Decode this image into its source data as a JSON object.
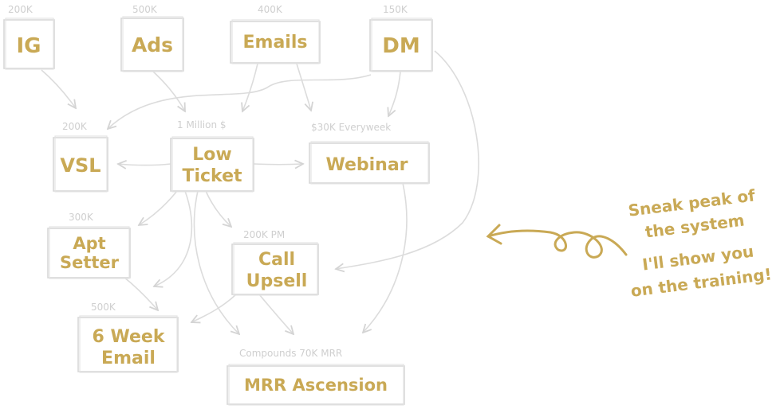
{
  "nodes": {
    "ig": {
      "label": "IG",
      "caption": "200K"
    },
    "ads": {
      "label": "Ads",
      "caption": "500K"
    },
    "emails": {
      "label": "Emails",
      "caption": "400K"
    },
    "dm": {
      "label": "DM",
      "caption": "150K"
    },
    "vsl": {
      "label": "VSL",
      "caption": "200K"
    },
    "lowticket": {
      "line1": "Low",
      "line2": "Ticket",
      "caption": "1 Million $"
    },
    "webinar": {
      "label": "Webinar",
      "caption": "$30K Everyweek"
    },
    "aptsetter": {
      "line1": "Apt",
      "line2": "Setter",
      "caption": "300K"
    },
    "callupsell": {
      "line1": "Call",
      "line2": "Upsell",
      "caption": "200K PM"
    },
    "sixweek": {
      "line1": "6 Week",
      "line2": "Email",
      "caption": "500K"
    },
    "mrr": {
      "label": "MRR Ascension",
      "caption": "Compounds 70K MRR"
    }
  },
  "note": {
    "lines": [
      "Sneak peak of",
      "the system",
      "I'll show you",
      "on the training!"
    ]
  },
  "colors": {
    "accent": "#c9a955",
    "line": "#dcdcdc",
    "caption": "#cfcfcf"
  }
}
